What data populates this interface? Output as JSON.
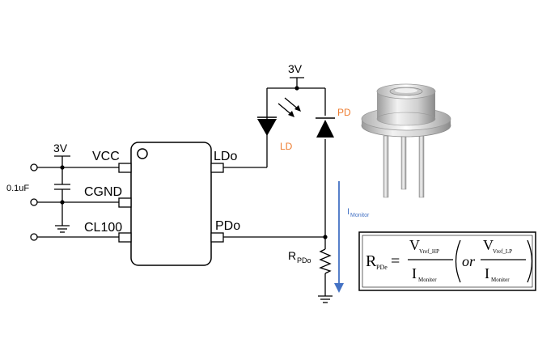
{
  "supply_left": "3V",
  "supply_top": "3V",
  "capacitor": "0.1uF",
  "pins": {
    "vcc": "VCC",
    "cgnd": "CGND",
    "cl100": "CL100",
    "ldo": "LDo",
    "pdo": "PDo"
  },
  "ld_label": "LD",
  "pd_label": "PD",
  "current": {
    "main": "I",
    "sub": "Monitor"
  },
  "resistor": {
    "main": "R",
    "sub": "PDo"
  },
  "formula": {
    "lhs_main": "R",
    "lhs_sub": "PDe",
    "eq": "=",
    "num1_main": "V",
    "num1_sub": "Vref_HP",
    "den_main": "I",
    "den_sub": "Moniter",
    "or": "or",
    "num2_main": "V",
    "num2_sub": "Vref_LP"
  },
  "colors": {
    "orange": "#ed7d31",
    "blue": "#4472c4"
  }
}
